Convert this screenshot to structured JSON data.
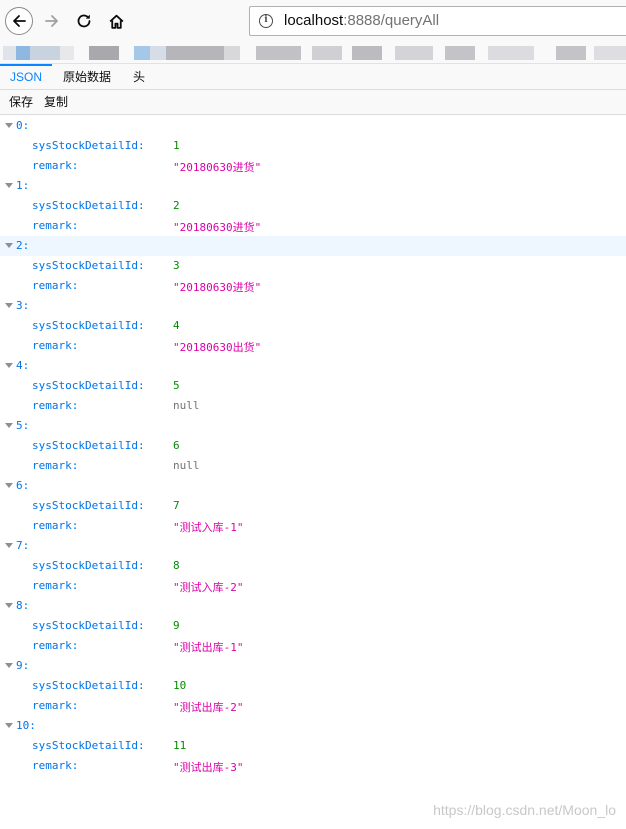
{
  "browser": {
    "url_host": "localhost",
    "url_rest": ":8888/queryAll",
    "icons": {
      "back": "arrow-left-icon",
      "forward": "arrow-right-icon",
      "reload": "reload-icon",
      "home": "home-icon",
      "info": "info-icon"
    }
  },
  "viewer": {
    "tabs": [
      {
        "label": "JSON",
        "active": true
      },
      {
        "label": "原始数据",
        "active": false
      },
      {
        "label": "头",
        "active": false
      }
    ],
    "toolbar": {
      "save_label": "保存",
      "copy_label": "复制"
    }
  },
  "colors": {
    "accent": "#0a84ff",
    "key": "#0074e8",
    "number": "#058b00",
    "string": "#dd00a9",
    "null": "#737373",
    "hover_row": "#eef6ff"
  },
  "json_records": [
    {
      "index": "0:",
      "id_key": "sysStockDetailId:",
      "id": "1",
      "remark_key": "remark:",
      "remark": "\"20180630进货\"",
      "remark_type": "string"
    },
    {
      "index": "1:",
      "id_key": "sysStockDetailId:",
      "id": "2",
      "remark_key": "remark:",
      "remark": "\"20180630进货\"",
      "remark_type": "string"
    },
    {
      "index": "2:",
      "id_key": "sysStockDetailId:",
      "id": "3",
      "remark_key": "remark:",
      "remark": "\"20180630进货\"",
      "remark_type": "string",
      "highlighted": true
    },
    {
      "index": "3:",
      "id_key": "sysStockDetailId:",
      "id": "4",
      "remark_key": "remark:",
      "remark": "\"20180630出货\"",
      "remark_type": "string"
    },
    {
      "index": "4:",
      "id_key": "sysStockDetailId:",
      "id": "5",
      "remark_key": "remark:",
      "remark": "null",
      "remark_type": "null"
    },
    {
      "index": "5:",
      "id_key": "sysStockDetailId:",
      "id": "6",
      "remark_key": "remark:",
      "remark": "null",
      "remark_type": "null"
    },
    {
      "index": "6:",
      "id_key": "sysStockDetailId:",
      "id": "7",
      "remark_key": "remark:",
      "remark": "\"测试入库-1\"",
      "remark_type": "string"
    },
    {
      "index": "7:",
      "id_key": "sysStockDetailId:",
      "id": "8",
      "remark_key": "remark:",
      "remark": "\"测试入库-2\"",
      "remark_type": "string"
    },
    {
      "index": "8:",
      "id_key": "sysStockDetailId:",
      "id": "9",
      "remark_key": "remark:",
      "remark": "\"测试出库-1\"",
      "remark_type": "string"
    },
    {
      "index": "9:",
      "id_key": "sysStockDetailId:",
      "id": "10",
      "remark_key": "remark:",
      "remark": "\"测试出库-2\"",
      "remark_type": "string"
    },
    {
      "index": "10:",
      "id_key": "sysStockDetailId:",
      "id": "11",
      "remark_key": "remark:",
      "remark": "\"测试出库-3\"",
      "remark_type": "string"
    }
  ],
  "watermark": "https://blog.csdn.net/Moon_lo"
}
